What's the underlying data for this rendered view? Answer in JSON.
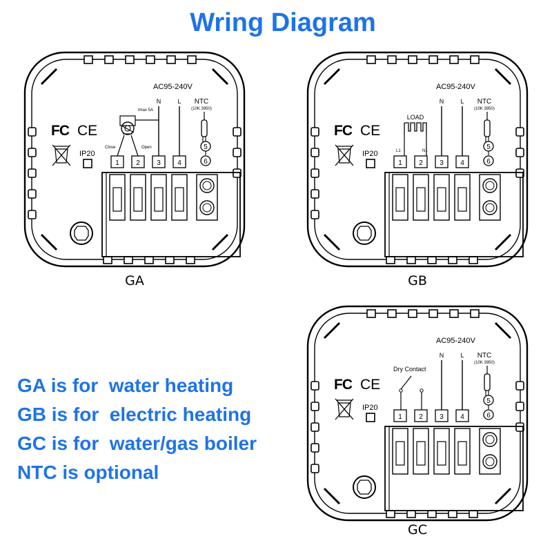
{
  "title": "Wring Diagram",
  "notes": [
    "GA is for  water heating",
    "GB is for  electric heating",
    "GC is for  water/gas boiler",
    "NTC is optional"
  ],
  "panels": [
    {
      "id": "ga",
      "label": "GA",
      "voltage": "AC95-240V",
      "terminal_numbers": [
        "1",
        "2",
        "3",
        "4"
      ],
      "sensor_terminals": [
        "5",
        "6"
      ],
      "line_labels": [
        "N",
        "L"
      ],
      "ntc_label": "NTC",
      "ntc_spec": "(10K  3950)",
      "ip_rating": "IP20",
      "fcc_mark": "FC",
      "ce_mark": "CE",
      "load": {
        "type": "valve",
        "rating": "Imax 5A",
        "close_label": "Close",
        "open_label": "Open"
      }
    },
    {
      "id": "gb",
      "label": "GB",
      "voltage": "AC95-240V",
      "terminal_numbers": [
        "1",
        "2",
        "3",
        "4"
      ],
      "sensor_terminals": [
        "5",
        "6"
      ],
      "line_labels": [
        "N",
        "L"
      ],
      "ntc_label": "NTC",
      "ntc_spec": "(10K  3950)",
      "ip_rating": "IP20",
      "fcc_mark": "FC",
      "ce_mark": "CE",
      "load": {
        "type": "heater",
        "label": "LOAD",
        "left_label": "L1",
        "right_label": "N1"
      }
    },
    {
      "id": "gc",
      "label": "GC",
      "voltage": "AC95-240V",
      "terminal_numbers": [
        "1",
        "2",
        "3",
        "4"
      ],
      "sensor_terminals": [
        "5",
        "6"
      ],
      "line_labels": [
        "N",
        "L"
      ],
      "ntc_label": "NTC",
      "ntc_spec": "(10K  3950)",
      "ip_rating": "IP20",
      "fcc_mark": "FC",
      "ce_mark": "CE",
      "load": {
        "type": "dry-contact",
        "label": "Dry Contact"
      }
    }
  ]
}
